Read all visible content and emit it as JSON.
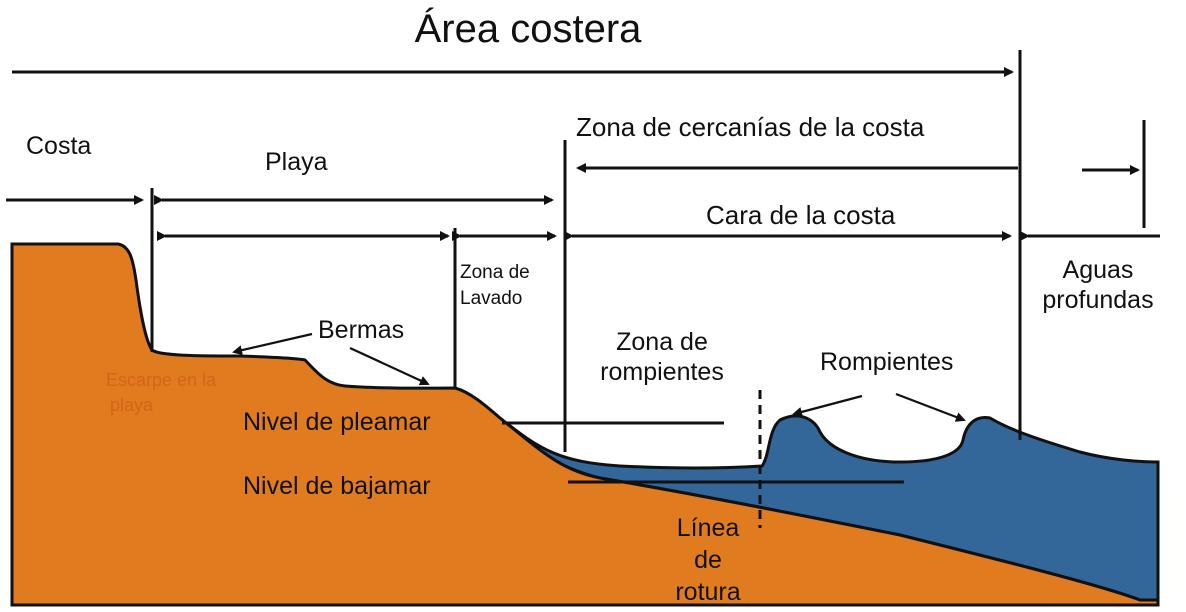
{
  "title": "Área costera",
  "labels": {
    "costa": "Costa",
    "playa": "Playa",
    "zona_cercanias": "Zona de cercanías de la costa",
    "cara_costa": "Cara de la costa",
    "zona_lavado_1": "Zona de",
    "zona_lavado_2": "Lavado",
    "aguas_1": "Aguas",
    "aguas_2": "profundas",
    "bermas": "Bermas",
    "escarpe_1": "Escarpe en la",
    "escarpe_2": "playa",
    "zona_rompientes_1": "Zona de",
    "zona_rompientes_2": "rompientes",
    "rompientes": "Rompientes",
    "pleamar": "Nivel de pleamar",
    "bajamar": "Nivel de bajamar",
    "linea_1": "Línea",
    "linea_2": "de",
    "linea_3": "rotura"
  },
  "colors": {
    "land": "#e07c1f",
    "water": "#336699",
    "ink": "#111111",
    "escarpe_text": "#d4641a"
  }
}
